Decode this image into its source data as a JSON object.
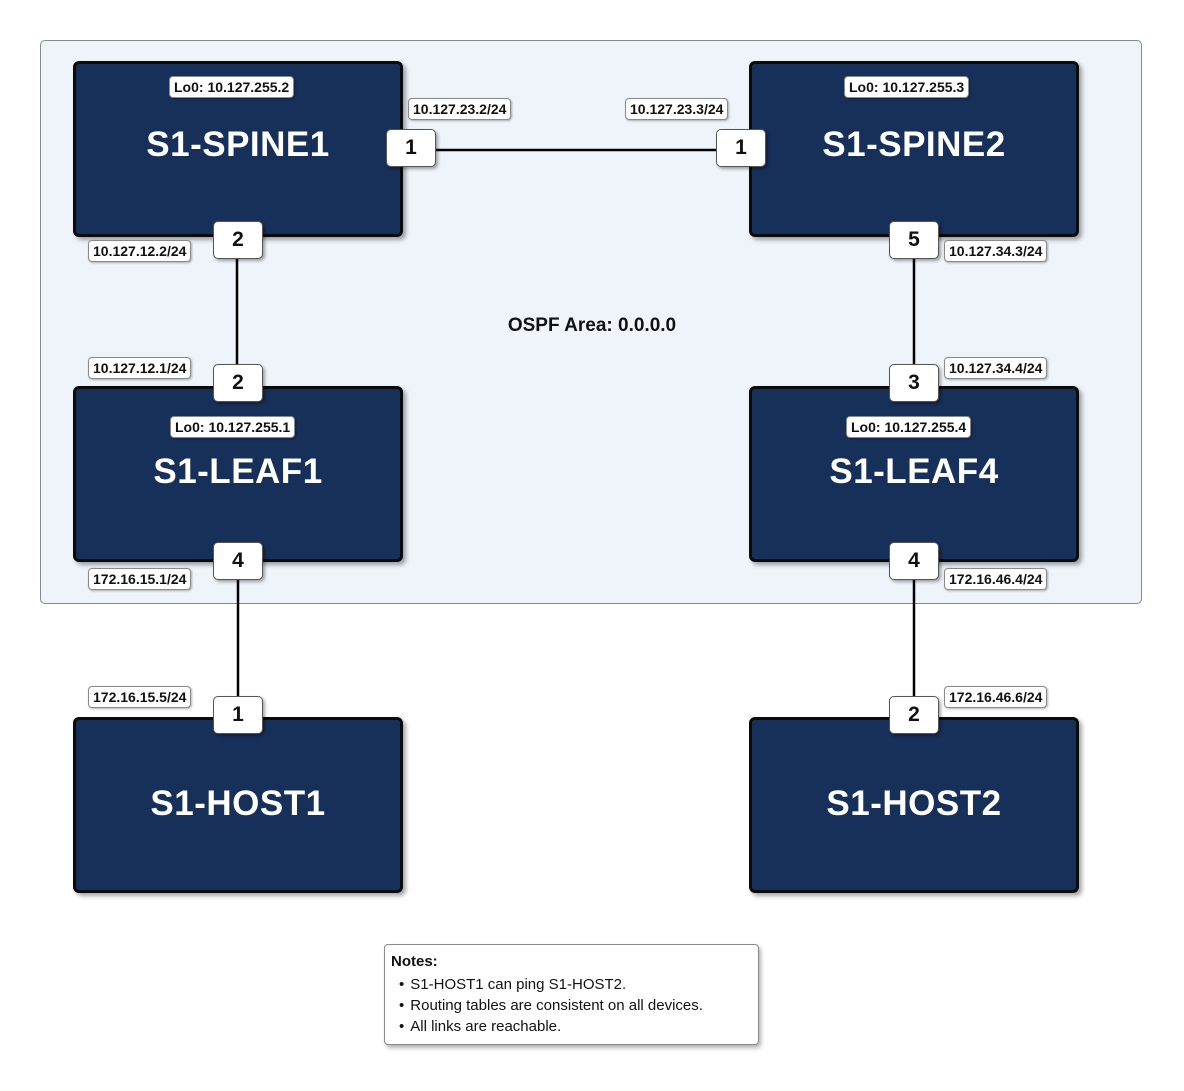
{
  "ospf_area_label": "OSPF Area: 0.0.0.0",
  "devices": {
    "spine1": {
      "name": "S1-SPINE1",
      "loopback": "Lo0: 10.127.255.2"
    },
    "spine2": {
      "name": "S1-SPINE2",
      "loopback": "Lo0: 10.127.255.3"
    },
    "leaf1": {
      "name": "S1-LEAF1",
      "loopback": "Lo0: 10.127.255.1"
    },
    "leaf4": {
      "name": "S1-LEAF4",
      "loopback": "Lo0: 10.127.255.4"
    },
    "host1": {
      "name": "S1-HOST1"
    },
    "host2": {
      "name": "S1-HOST2"
    }
  },
  "ports": {
    "spine1_e1": "1",
    "spine1_e2": "2",
    "spine2_e1": "1",
    "spine2_e5": "5",
    "leaf1_e2": "2",
    "leaf1_e4": "4",
    "leaf4_e3": "3",
    "leaf4_e4": "4",
    "host1_e1": "1",
    "host2_e2": "2"
  },
  "ips": {
    "spine1_e1": "10.127.23.2/24",
    "spine2_e1": "10.127.23.3/24",
    "spine1_e2": "10.127.12.2/24",
    "spine2_e5": "10.127.34.3/24",
    "leaf1_e2": "10.127.12.1/24",
    "leaf4_e3": "10.127.34.4/24",
    "leaf1_e4": "172.16.15.1/24",
    "leaf4_e4": "172.16.46.4/24",
    "host1_e1": "172.16.15.5/24",
    "host2_e2": "172.16.46.6/24"
  },
  "notes": {
    "title": "Notes:",
    "items": [
      "S1-HOST1 can ping S1-HOST2.",
      "Routing tables are consistent on all devices.",
      "All links are reachable."
    ]
  },
  "colors": {
    "device_fill": "#17305a",
    "area_fill": "#eef4fa",
    "link": "#000000"
  }
}
